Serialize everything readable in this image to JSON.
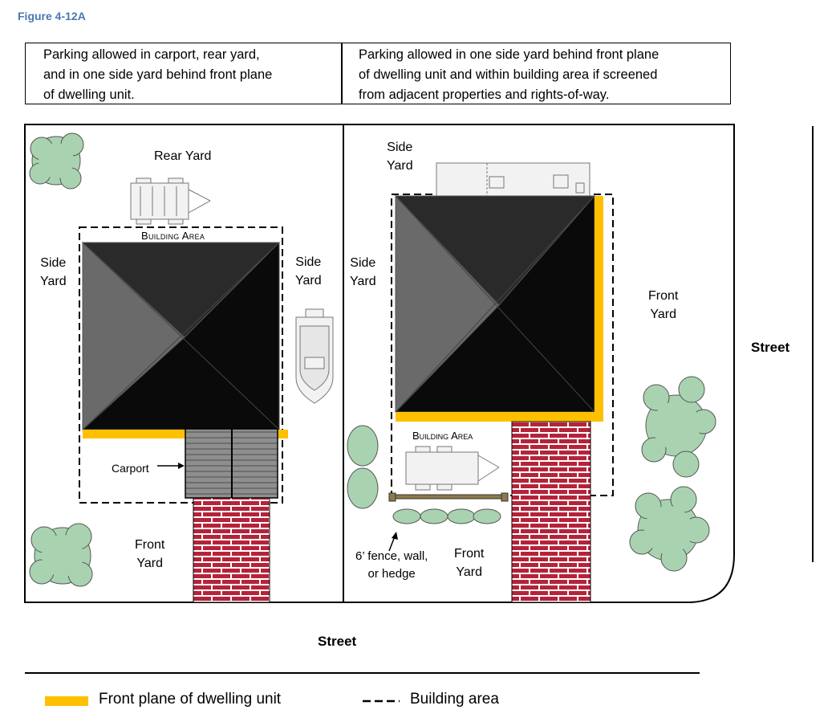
{
  "figure_label": "Figure 4-12A",
  "descriptions": {
    "left": [
      "Parking allowed in carport, rear yard,",
      "and in one side yard behind front plane",
      "of dwelling unit."
    ],
    "right": [
      "Parking allowed in one side yard behind front plane",
      "of dwelling unit and within building area if screened",
      "from adjacent properties and rights-of-way."
    ]
  },
  "left_lot": {
    "rear_yard": "Rear Yard",
    "side_yard_left": [
      "Side",
      "Yard"
    ],
    "side_yard_right": [
      "Side",
      "Yard"
    ],
    "building_area": "Building Area",
    "carport": "Carport",
    "front_yard": [
      "Front",
      "Yard"
    ]
  },
  "right_lot": {
    "side_yard_top": [
      "Side",
      "Yard"
    ],
    "side_yard_left": [
      "Side",
      "Yard"
    ],
    "front_yard_right": [
      "Front",
      "Yard"
    ],
    "building_area": "Building Area",
    "fence_note": [
      "6’ fence, wall,",
      "or hedge"
    ],
    "front_yard_bottom": [
      "Front",
      "Yard"
    ]
  },
  "streets": {
    "bottom": "Street",
    "right": "Street"
  },
  "legend": {
    "front_plane": "Front plane of dwelling unit",
    "building_area": "Building area"
  },
  "colors": {
    "front_plane": "#ffc000",
    "tree": "#a9d3b0",
    "brick": "#b5233a",
    "roof_dark": "#0a0a0a",
    "title": "#4a77b4"
  }
}
